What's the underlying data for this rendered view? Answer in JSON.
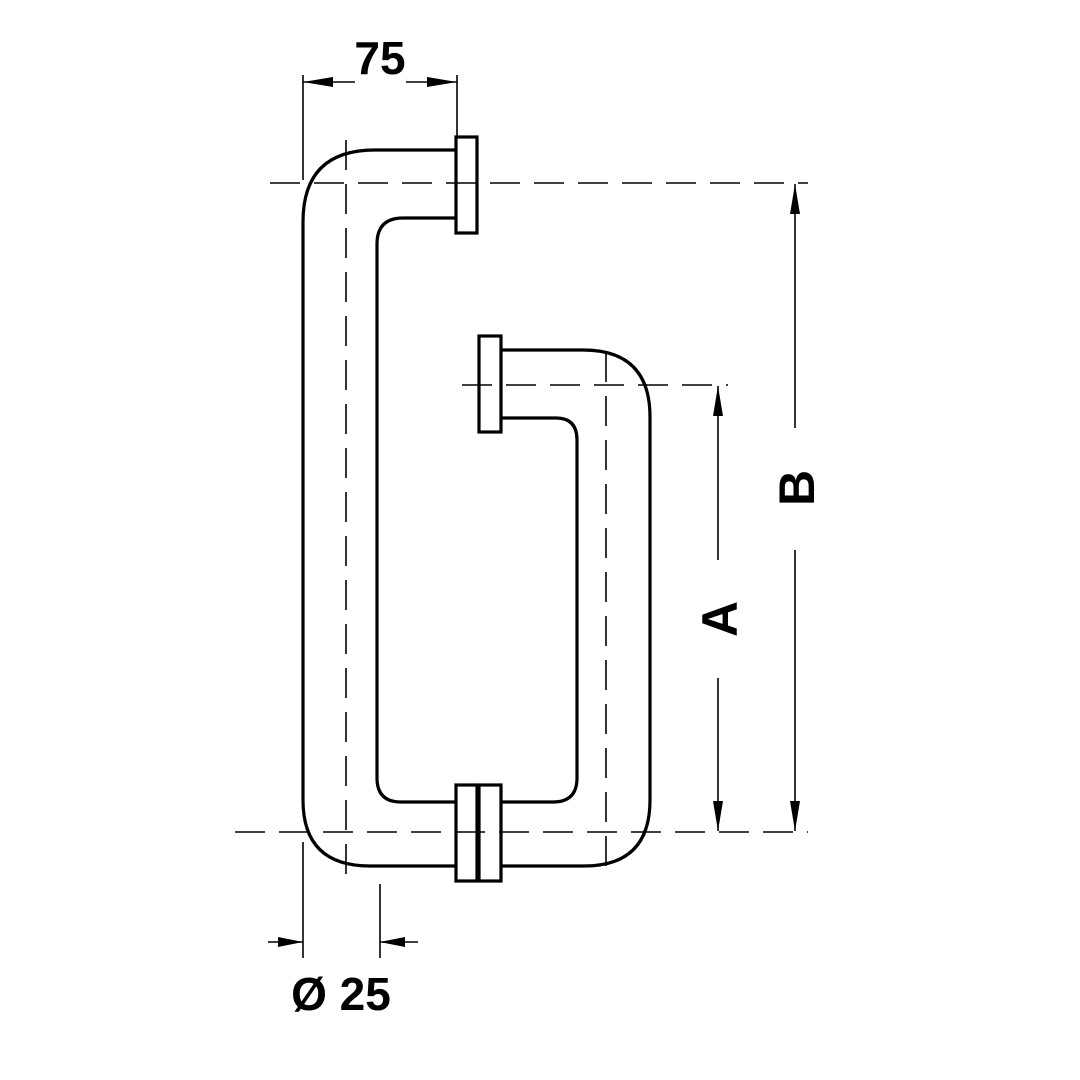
{
  "diagram": {
    "dimensions": {
      "width_label": "75",
      "diameter_label": "Ø 25",
      "inner_length_label": "A",
      "outer_length_label": "B"
    },
    "colors": {
      "line": "#000000",
      "background": "#ffffff"
    }
  }
}
